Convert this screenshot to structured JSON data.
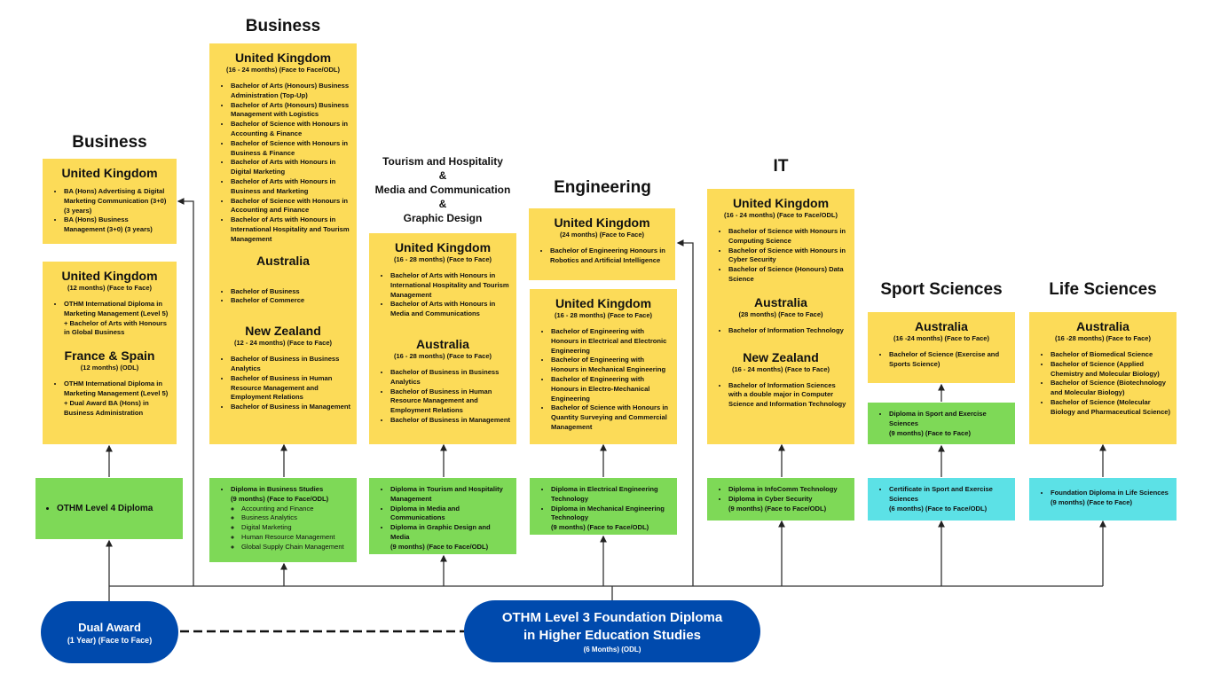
{
  "columns": [
    {
      "title": "Business",
      "degrees": [
        {
          "region": "United Kingdom",
          "duration": "",
          "items": [
            "BA (Hons) Advertising & Digital Marketing Communication (3+0) (3 years)",
            "BA (Hons) Business Management (3+0) (3 years)"
          ]
        },
        {
          "region": "United Kingdom",
          "duration": "(12 months) (Face to Face)",
          "items": [
            "OTHM International Diploma in Marketing Management (Level 5) + Bachelor of Arts with Honours in Global Business"
          ]
        },
        {
          "region": "France & Spain",
          "duration": "(12 months) (ODL)",
          "items": [
            "OTHM International Diploma in Marketing Management (Level 5) + Dual Award BA (Hons) in Business Administration"
          ]
        }
      ],
      "diploma": {
        "items": [
          "OTHM Level 4 Diploma"
        ],
        "duration": ""
      }
    },
    {
      "title": "Business",
      "degrees": [
        {
          "region": "United Kingdom",
          "duration": "(16 - 24 months) (Face to Face/ODL)",
          "items": [
            "Bachelor of Arts (Honours) Business Administration (Top-Up)",
            "Bachelor of Arts (Honours) Business Management with Logistics",
            "Bachelor of Science with Honours in Accounting & Finance",
            "Bachelor of Science with Honours in Business & Finance",
            "Bachelor of Arts with Honours in Digital Marketing",
            "Bachelor of Arts with Honours in Business and Marketing",
            "Bachelor of Science with Honours in Accounting and Finance",
            "Bachelor of Arts with Honours in International Hospitality and Tourism Management"
          ]
        },
        {
          "region": "Australia",
          "duration": "",
          "items": [
            "Bachelor of Business",
            "Bachelor of Commerce"
          ]
        },
        {
          "region": "New Zealand",
          "duration": "(12 - 24 months) (Face to Face)",
          "items": [
            "Bachelor of Business in Business Analytics",
            "Bachelor of Business in Human Resource Management and Employment Relations",
            "Bachelor of Business in Management"
          ]
        }
      ],
      "diploma": {
        "items": [
          "Diploma in Business Studies"
        ],
        "duration": "(9 months) (Face to Face/ODL)",
        "subitems": [
          "Accounting and Finance",
          "Business Analytics",
          "Digital Marketing",
          "Human Resource Management",
          "Global Supply Chain Management"
        ]
      }
    },
    {
      "title_lines": [
        "Tourism and Hospitality",
        "&",
        "Media and Communication",
        "&",
        "Graphic Design"
      ],
      "degrees": [
        {
          "region": "United Kingdom",
          "duration": "(16 - 28 months) (Face to Face)",
          "items": [
            "Bachelor of Arts with Honours in International Hospitality and Tourism Management",
            "Bachelor of Arts with Honours in Media and Communications"
          ]
        },
        {
          "region": "Australia",
          "duration": "(16 - 28 months) (Face to Face)",
          "items": [
            "Bachelor of Business in Business Analytics",
            "Bachelor of Business in Human Resource Management and Employment Relations",
            "Bachelor of Business in Management"
          ]
        }
      ],
      "diploma": {
        "items": [
          "Diploma in Tourism and Hospitality Management",
          "Diploma in Media and Communications",
          "Diploma in Graphic Design and Media"
        ],
        "duration": "(9 months) (Face to Face/ODL)"
      }
    },
    {
      "title": "Engineering",
      "degrees": [
        {
          "region": "United Kingdom",
          "duration": "(24 months) (Face to Face)",
          "items": [
            "Bachelor of Engineering Honours in Robotics and Artificial Intelligence"
          ]
        },
        {
          "region": "United Kingdom",
          "duration": "(16 - 28 months) (Face to Face)",
          "items": [
            "Bachelor of Engineering with Honours in Electrical and Electronic Engineering",
            "Bachelor of Engineering with Honours in Mechanical Engineering",
            "Bachelor of Engineering with Honours in Electro-Mechanical Engineering",
            "Bachelor of Science with Honours in Quantity Surveying and Commercial Management"
          ]
        }
      ],
      "diploma": {
        "items": [
          "Diploma in Electrical Engineering Technology",
          "Diploma in Mechanical Engineering Technology"
        ],
        "duration": "(9 months) (Face to Face/ODL)"
      }
    },
    {
      "title": "IT",
      "degrees": [
        {
          "region": "United Kingdom",
          "duration": "(16 - 24 months) (Face to Face/ODL)",
          "items": [
            "Bachelor of Science with Honours in Computing Science",
            "Bachelor of Science with Honours in Cyber Security",
            "Bachelor of Science (Honours) Data Science"
          ]
        },
        {
          "region": "Australia",
          "duration": "(28 months) (Face to Face)",
          "items": [
            "Bachelor of Information Technology"
          ]
        },
        {
          "region": "New Zealand",
          "duration": "(16 - 24 months) (Face to Face)",
          "items": [
            "Bachelor of Information Sciences with a double major in Computer Science and Information Technology"
          ]
        }
      ],
      "diploma": {
        "items": [
          "Diploma in InfoComm Technology",
          "Diploma in Cyber Security"
        ],
        "duration": "(9 months) (Face to Face/ODL)"
      }
    },
    {
      "title": "Sport Sciences",
      "degrees": [
        {
          "region": "Australia",
          "duration": "(16 -24 months) (Face to Face)",
          "items": [
            "Bachelor of Science (Exercise and Sports Science)"
          ]
        }
      ],
      "diploma": {
        "items": [
          "Diploma in Sport and Exercise Sciences"
        ],
        "duration": "(9 months) (Face to Face)"
      },
      "certificate": {
        "items": [
          "Certificate in Sport and Exercise Sciences"
        ],
        "duration": "(6 months) (Face to Face/ODL)"
      }
    },
    {
      "title": "Life Sciences",
      "degrees": [
        {
          "region": "Australia",
          "duration": "(16 -28 months) (Face to Face)",
          "items": [
            "Bachelor of Biomedical Science",
            "Bachelor of Science (Applied Chemistry and Molecular Biology)",
            "Bachelor of Science (Biotechnology and Molecular Biology)",
            "Bachelor of Science (Molecular Biology and Pharmaceutical Science)"
          ]
        }
      ],
      "foundation": {
        "items": [
          "Foundation Diploma in Life Sciences"
        ],
        "duration": "(9 months) (Face to Face)"
      }
    }
  ],
  "entry": {
    "dual_award": {
      "title": "Dual Award",
      "subtitle": "(1 Year) (Face to Face)"
    },
    "foundation": {
      "title_line1": "OTHM Level 3 Foundation Diploma",
      "title_line2": "in Higher Education Studies",
      "subtitle": "(6 Months) (ODL)"
    }
  },
  "colors": {
    "degree_box": "#fcdb58",
    "diploma_box": "#7ed957",
    "certificate_box": "#5ce1e6",
    "entry_pill": "#004aad"
  }
}
